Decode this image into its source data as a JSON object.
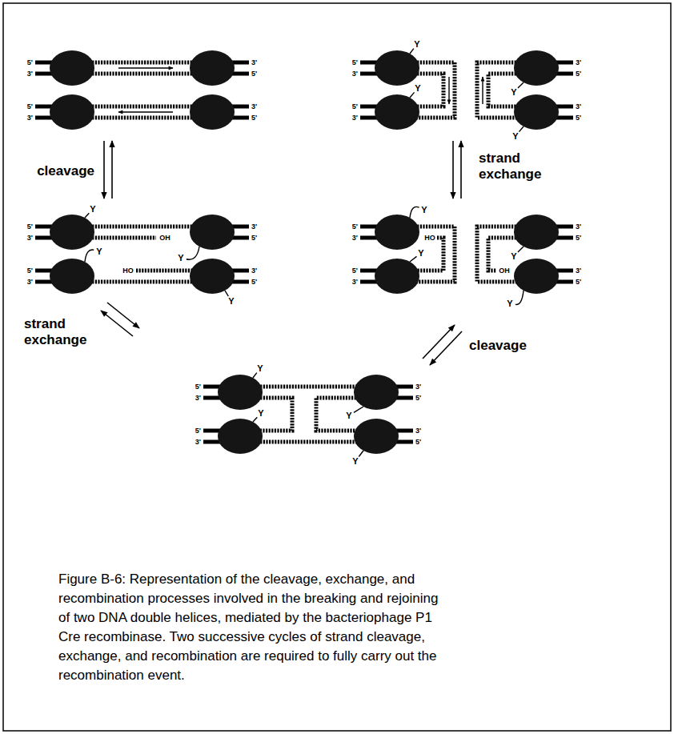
{
  "diagram": {
    "caption": "Figure B-6: Representation of the cleavage, exchange, and recombination processes involved in the breaking and rejoining of two DNA double helices, mediated by the bacteriophage P1 Cre recombinase. Two successive cycles of strand cleavage, exchange, and recombination are required to fully carry out the recombination event.",
    "labels": [
      "5'",
      "3'",
      "3'",
      "5'",
      "5'",
      "3'",
      "3'",
      "5'",
      "5'",
      "3'",
      "3'",
      "5'",
      "5'",
      "3'",
      "3'",
      "5'",
      "Y",
      "Y",
      "Y",
      "Y",
      "cleavage",
      "strand exchange",
      "5'",
      "3'",
      "3'",
      "5'",
      "5'",
      "3'",
      "3'",
      "5'",
      "Y",
      "Y",
      "OH",
      "HO",
      "Y",
      "Y",
      "5'",
      "3'",
      "3'",
      "5'",
      "5'",
      "3'",
      "3'",
      "5'",
      "Y",
      "HO",
      "Y",
      "Y",
      "OH",
      "Y",
      "strand exchange",
      "cleavage",
      "5'",
      "3'",
      "3'",
      "5'",
      "5'",
      "3'",
      "3'",
      "5'",
      "Y",
      "Y",
      "Y",
      "Y"
    ]
  }
}
